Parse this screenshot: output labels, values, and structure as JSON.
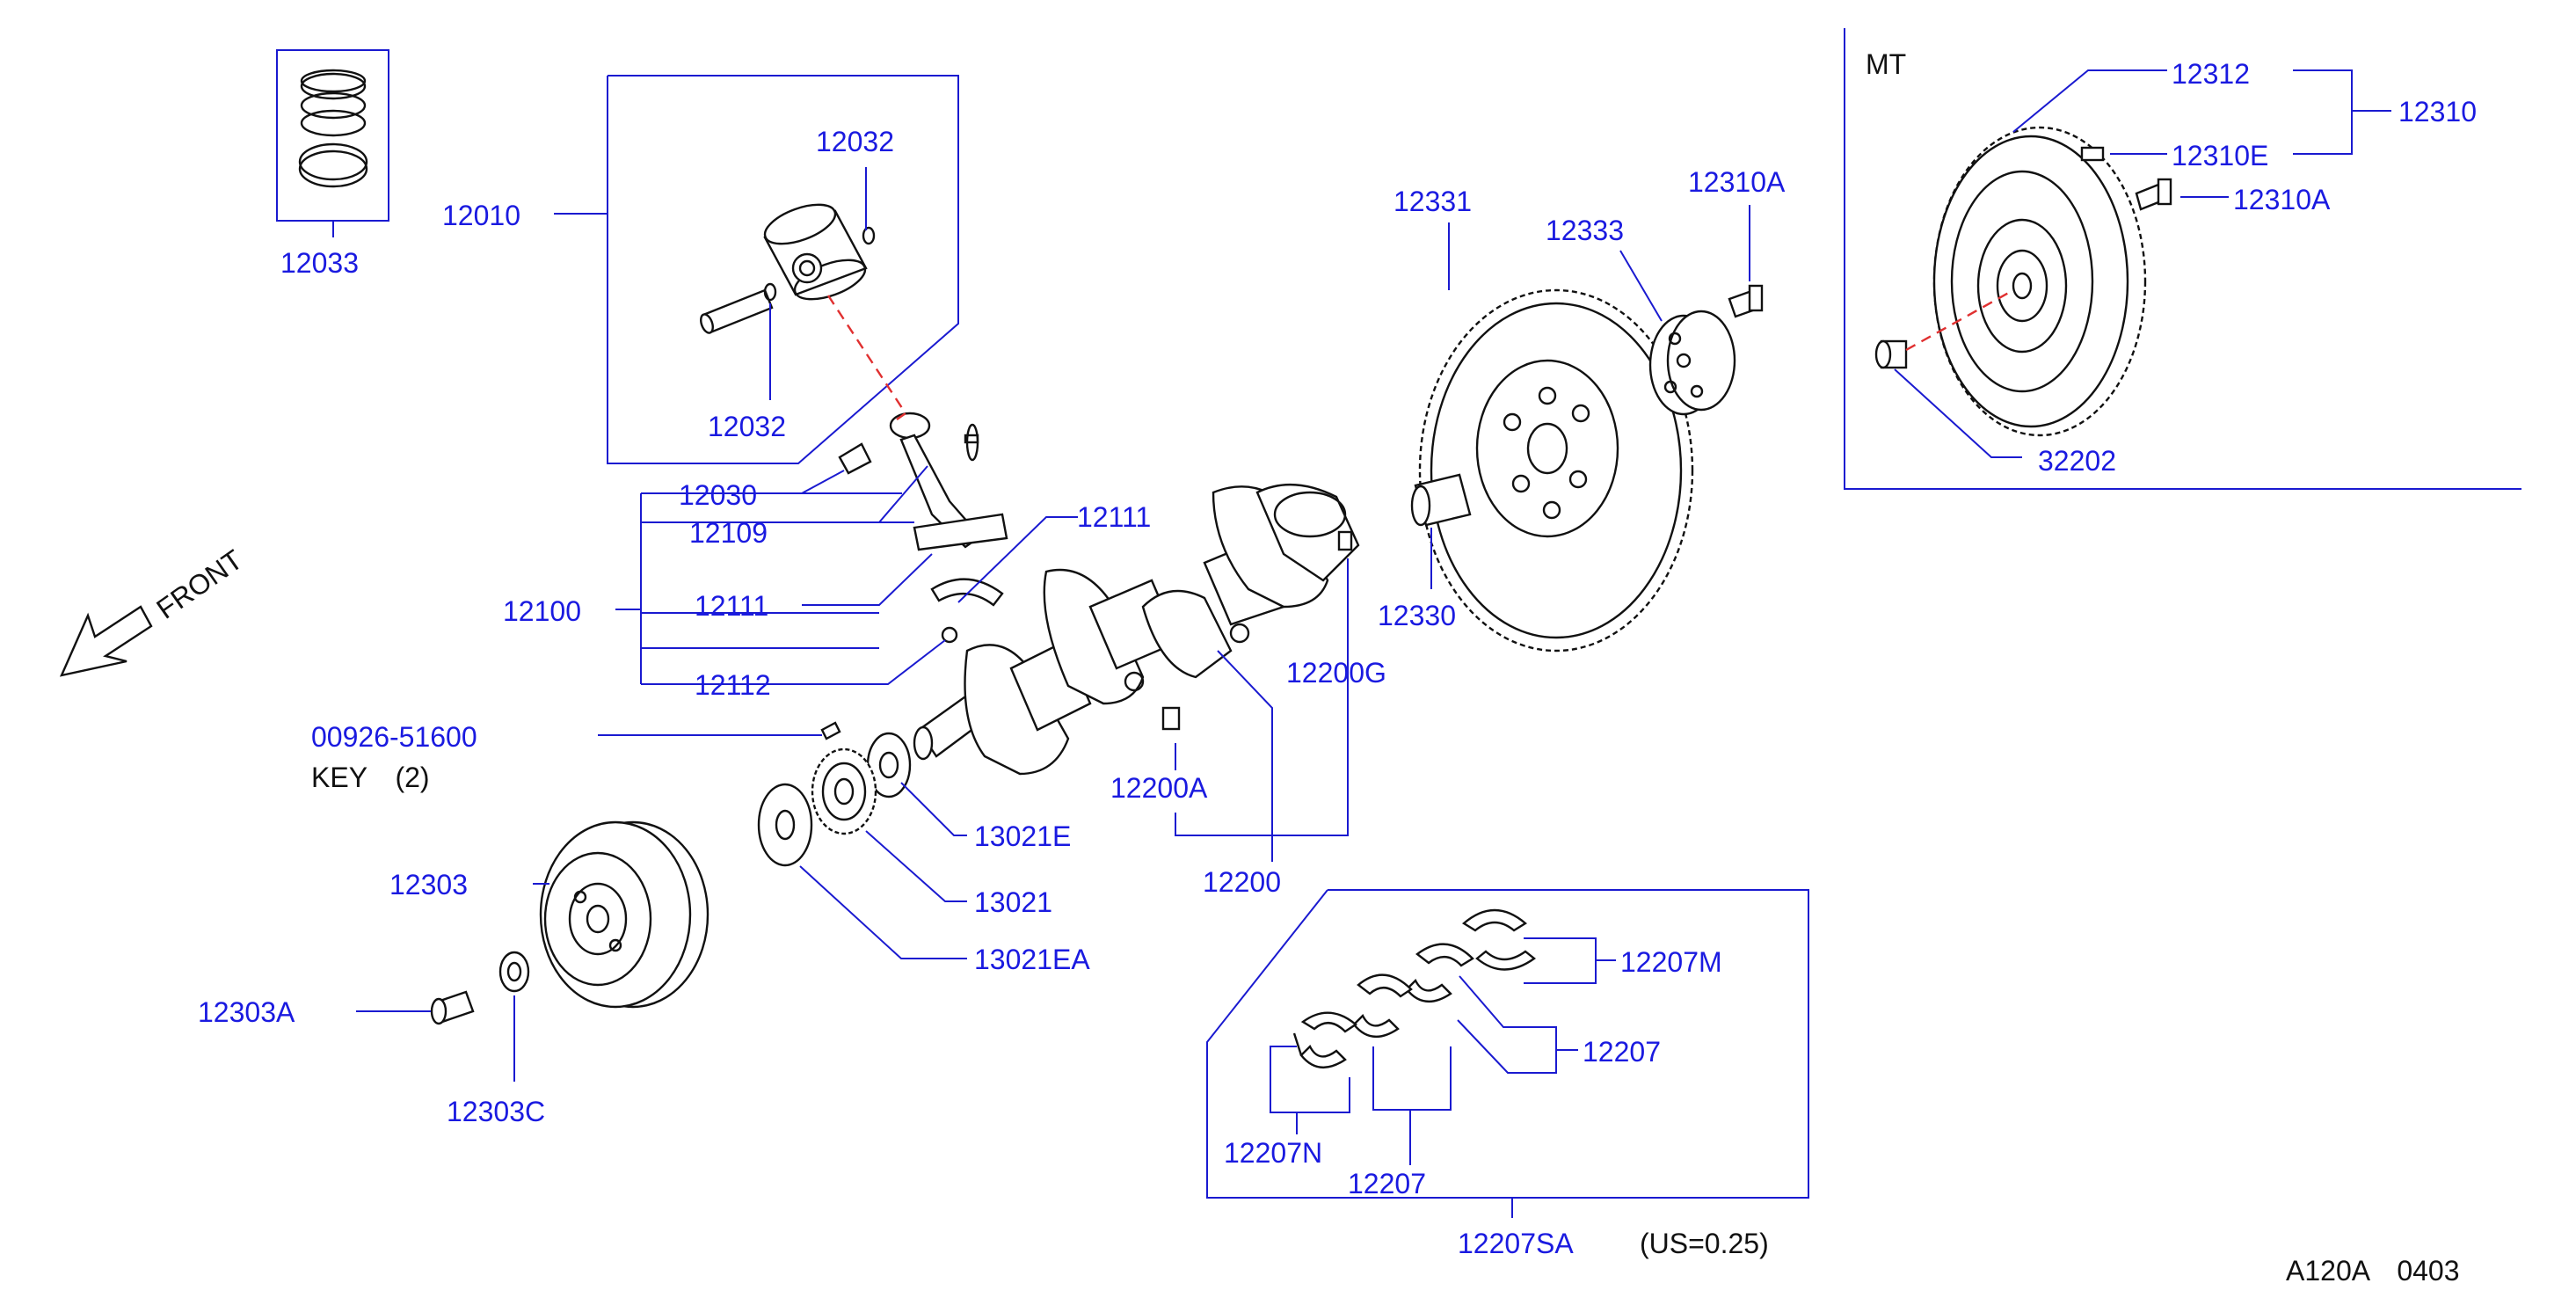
{
  "colors": {
    "label": "#1a1ae0",
    "line": "#1a1ad0",
    "part": "#111111",
    "centerline": "#e03030"
  },
  "labels": {
    "p12033": "12033",
    "p12010": "12010",
    "p12032a": "12032",
    "p12032b": "12032",
    "p12030": "12030",
    "p12109": "12109",
    "p12100": "12100",
    "p12111a": "12111",
    "p12111b": "12111",
    "p12112": "12112",
    "p00926": "00926-51600",
    "key": "KEY　(2)",
    "p12303": "12303",
    "p12303a": "12303A",
    "p12303c": "12303C",
    "p13021e": "13021E",
    "p13021": "13021",
    "p13021ea": "13021EA",
    "p12200a": "12200A",
    "p12200": "12200",
    "p12200g": "12200G",
    "p12331": "12331",
    "p12333": "12333",
    "p12310a_mid": "12310A",
    "p12330": "12330",
    "mt": "MT",
    "p12312": "12312",
    "p12310": "12310",
    "p12310e": "12310E",
    "p12310a_mt": "12310A",
    "p32202": "32202",
    "p12207m": "12207M",
    "p12207a": "12207",
    "p12207n": "12207N",
    "p12207b": "12207",
    "p12207sa": "12207SA",
    "us": "(US=0.25)",
    "code": "A120A　0403",
    "front": "FRONT"
  },
  "icons": [
    "front-arrow-icon",
    "piston-ring-set-icon",
    "piston-icon",
    "connecting-rod-icon",
    "crankshaft-icon",
    "flywheel-icon",
    "crank-pulley-icon",
    "bearing-shell-icon"
  ]
}
